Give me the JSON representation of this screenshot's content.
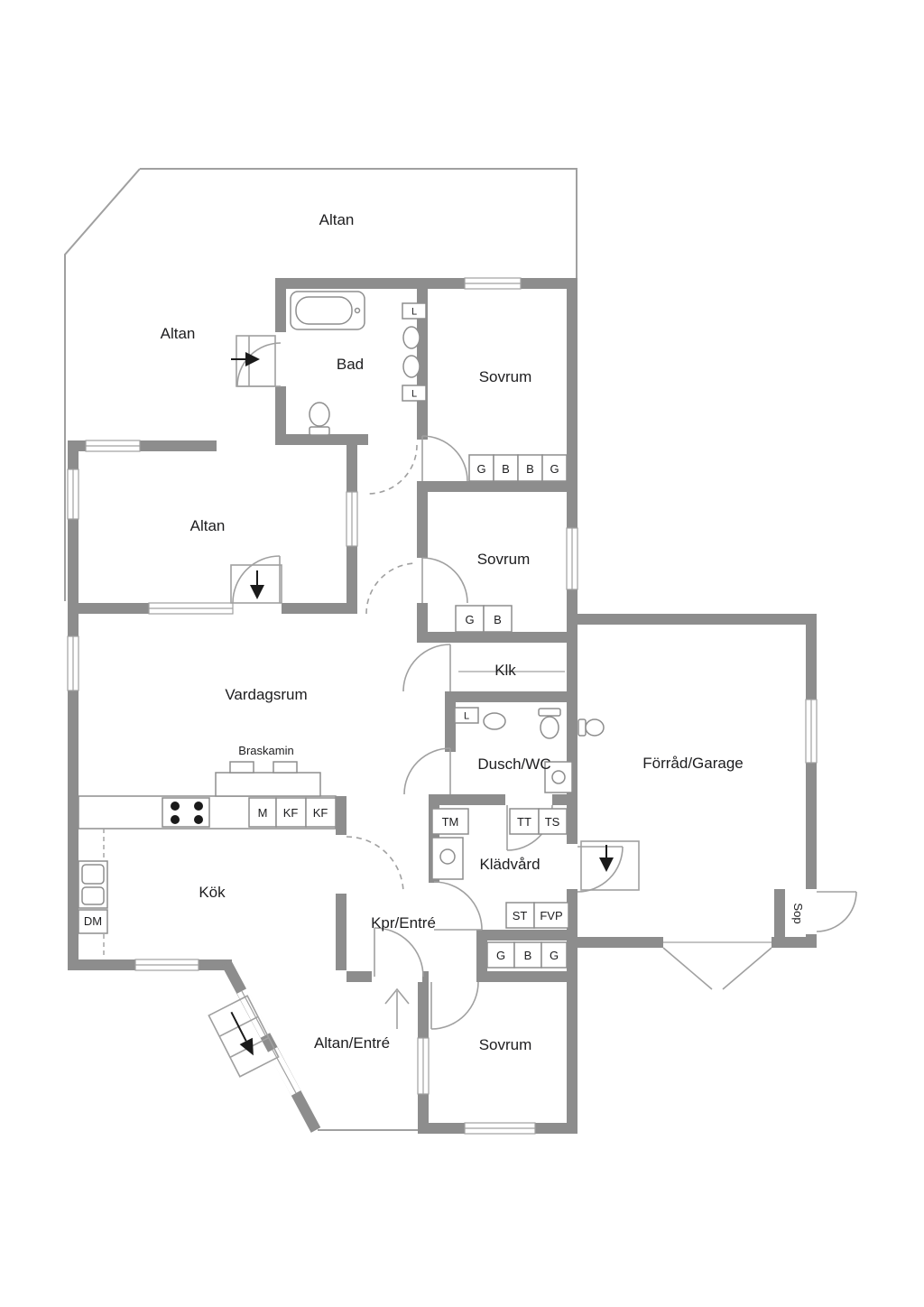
{
  "colors": {
    "wall": "#8d8d8d",
    "line": "#a0a0a0",
    "text": "#1d1d1f"
  },
  "rooms": {
    "altan_top": "Altan",
    "altan_upper_left": "Altan",
    "bad": "Bad",
    "sovrum_1": "Sovrum",
    "altan_mid": "Altan",
    "sovrum_2": "Sovrum",
    "klk": "Klk",
    "vardagsrum": "Vardagsrum",
    "braskamin": "Braskamin",
    "dusch_wc": "Dusch/WC",
    "forrad_garage": "Förråd/Garage",
    "kok": "Kök",
    "kladvard": "Klädvård",
    "kpr_entre": "Kpr/Entré",
    "altan_entre": "Altan/Entré",
    "sovrum_3": "Sovrum",
    "sop": "Sop"
  },
  "closets": {
    "sovrum1_row": [
      "G",
      "B",
      "B",
      "G"
    ],
    "sovrum2_row": [
      "G",
      "B"
    ],
    "hall_row": [
      "G",
      "B",
      "G"
    ]
  },
  "appliances": {
    "kitchen_row": [
      "M",
      "KF",
      "KF"
    ],
    "dm": "DM",
    "tm": "TM",
    "tt": "TT",
    "ts": "TS",
    "st": "ST",
    "fvp": "FVP"
  },
  "sinks": {
    "bad_upper": "L",
    "bad_lower": "L",
    "dusch": "L"
  }
}
